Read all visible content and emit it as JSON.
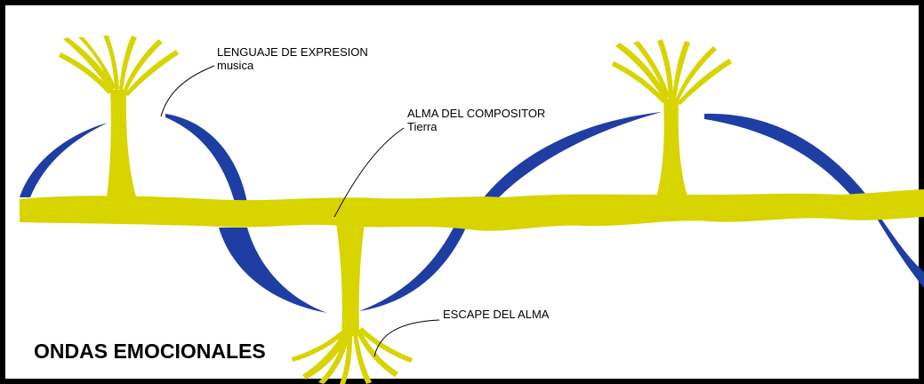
{
  "diagram": {
    "title": "ONDAS EMOCIONALES",
    "labels": {
      "lenguaje": {
        "line1": "LENGUAJE DE EXPRESION",
        "line2": "musica"
      },
      "alma": {
        "line1": "ALMA DEL COMPOSITOR",
        "line2": "Tierra"
      },
      "escape": {
        "line1": "ESCAPE DEL ALMA"
      }
    },
    "colors": {
      "tree": "#d7d400",
      "wave": "#1f3ea3",
      "border": "#000000",
      "text": "#000000",
      "background": "#ffffff"
    }
  }
}
